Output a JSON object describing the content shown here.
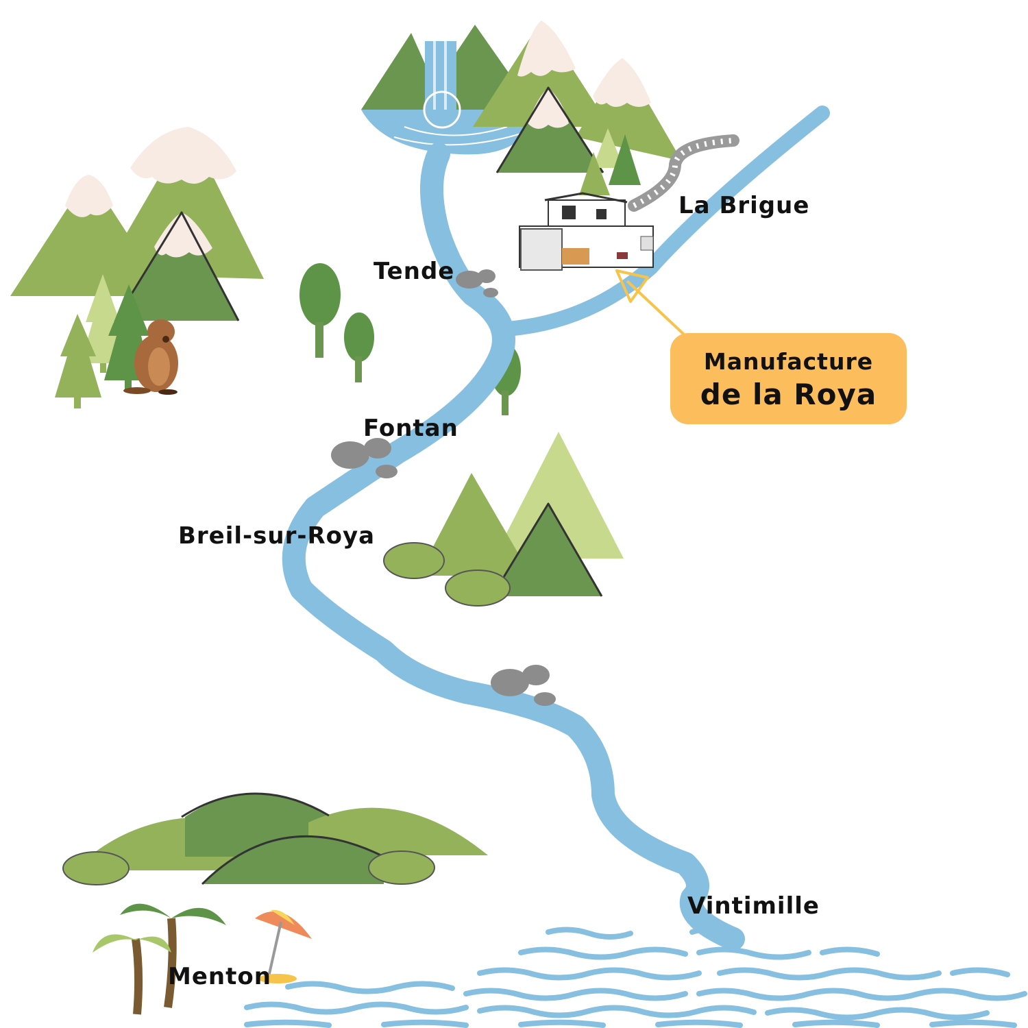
{
  "places": {
    "tende": "Tende",
    "la_brigue": "La Brigue",
    "fontan": "Fontan",
    "breil": "Breil-sur-Roya",
    "vintimille": "Vintimille",
    "menton": "Menton"
  },
  "callout": {
    "line1": "Manufacture",
    "line2": "de la Roya"
  },
  "colors": {
    "river": "#86bfe0",
    "sea": "#86bfe0",
    "mountain_light": "#93b259",
    "mountain_dark": "#6a9650",
    "mountain_pale": "#c7d98c",
    "snow": "#f7ebe4",
    "callout": "#fcbd5c",
    "arrow": "#f6c34b",
    "rock": "#8c8c8c",
    "marmot": "#a86a3c"
  }
}
